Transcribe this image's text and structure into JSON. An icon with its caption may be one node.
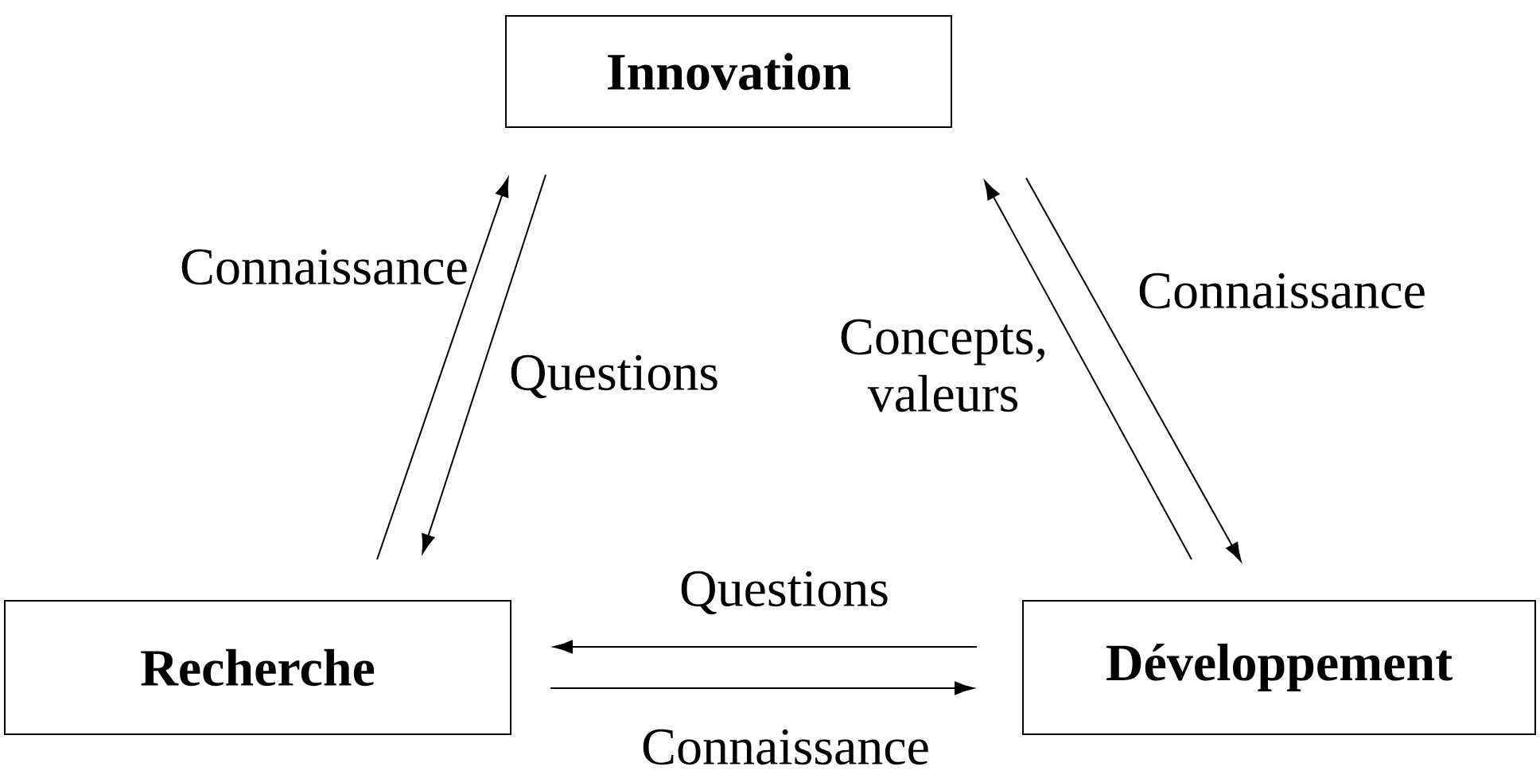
{
  "diagram": {
    "nodes": [
      {
        "text": [
          "Innovation"
        ]
      },
      {
        "text": [
          "Recherche"
        ]
      },
      {
        "text": [
          "Développement"
        ]
      }
    ],
    "edges": [
      {
        "from": 1,
        "to": 0,
        "arrow": "to",
        "label": "Connaissance"
      },
      {
        "from": 0,
        "to": 1,
        "arrow": "to",
        "label": "Questions"
      },
      {
        "from": 2,
        "to": 0,
        "arrow": "to",
        "label": "Concepts, valeurs"
      },
      {
        "from": 0,
        "to": 2,
        "arrow": "to",
        "label": "Connaissance"
      },
      {
        "from": 2,
        "to": 1,
        "arrow": "to",
        "label": "Questions"
      },
      {
        "from": 1,
        "to": 2,
        "arrow": "to",
        "label": "Connaissance"
      }
    ]
  }
}
